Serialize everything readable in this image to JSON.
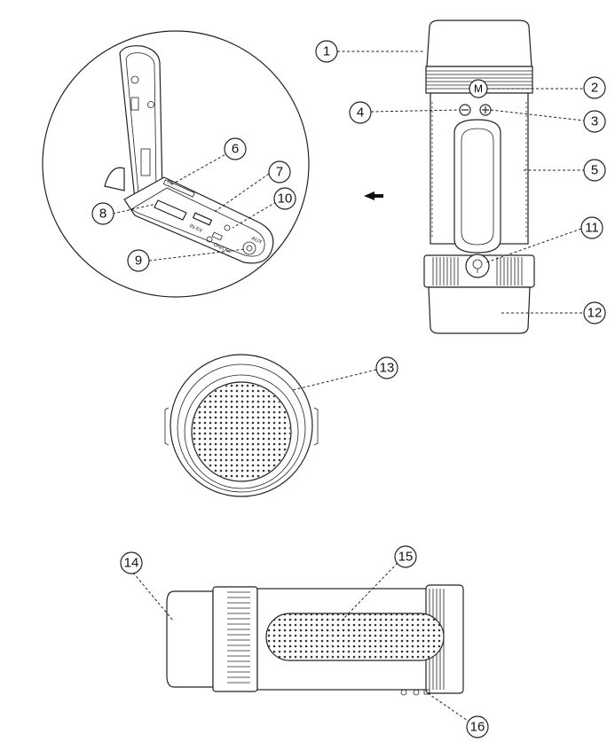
{
  "callouts": {
    "c1": "1",
    "c2": "2",
    "c3": "3",
    "c4": "4",
    "c5": "5",
    "c6": "6",
    "c7": "7",
    "c8": "8",
    "c9": "9",
    "c10": "10",
    "c11": "11",
    "c12": "12",
    "c13": "13",
    "c14": "14",
    "c15": "15",
    "c16": "16"
  },
  "port_labels": {
    "tf": "TF",
    "in5v": "IN-5V",
    "onoff": "ON/OFF",
    "aux": "AUX",
    "mode": "M"
  }
}
